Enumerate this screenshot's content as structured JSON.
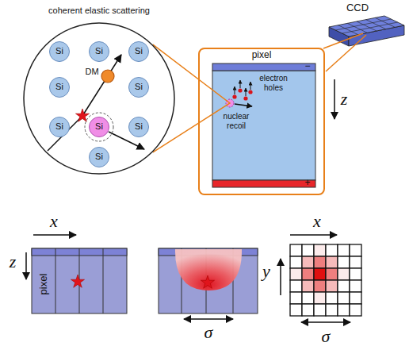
{
  "diagram": {
    "nodes": [
      {
        "text": [
          "coherent elastic scattering"
        ]
      },
      {
        "text": [
          "Si"
        ],
        "in": 0
      },
      {
        "text": [
          "Si"
        ],
        "in": 0
      },
      {
        "text": [
          "Si"
        ],
        "in": 0
      },
      {
        "text": [
          "Si"
        ],
        "in": 0
      },
      {
        "text": [
          "Si"
        ],
        "in": 0
      },
      {
        "text": [
          "Si"
        ],
        "in": 0
      },
      {
        "text": [
          "Si"
        ],
        "in": 0
      },
      {
        "text": [
          "Si"
        ],
        "in": 0
      },
      {
        "text": [
          "Si"
        ],
        "in": 0
      },
      {
        "text": [
          "pixel"
        ]
      }
    ],
    "edges": [
      {
        "from": 0,
        "to": 10,
        "arrow": "none"
      }
    ],
    "labels": [
      "DM",
      "CCD",
      "electron holes",
      "nuclear recoil",
      "−",
      "+",
      "z",
      "x",
      "z",
      "pixel",
      "σ",
      "x",
      "y",
      "σ"
    ]
  }
}
